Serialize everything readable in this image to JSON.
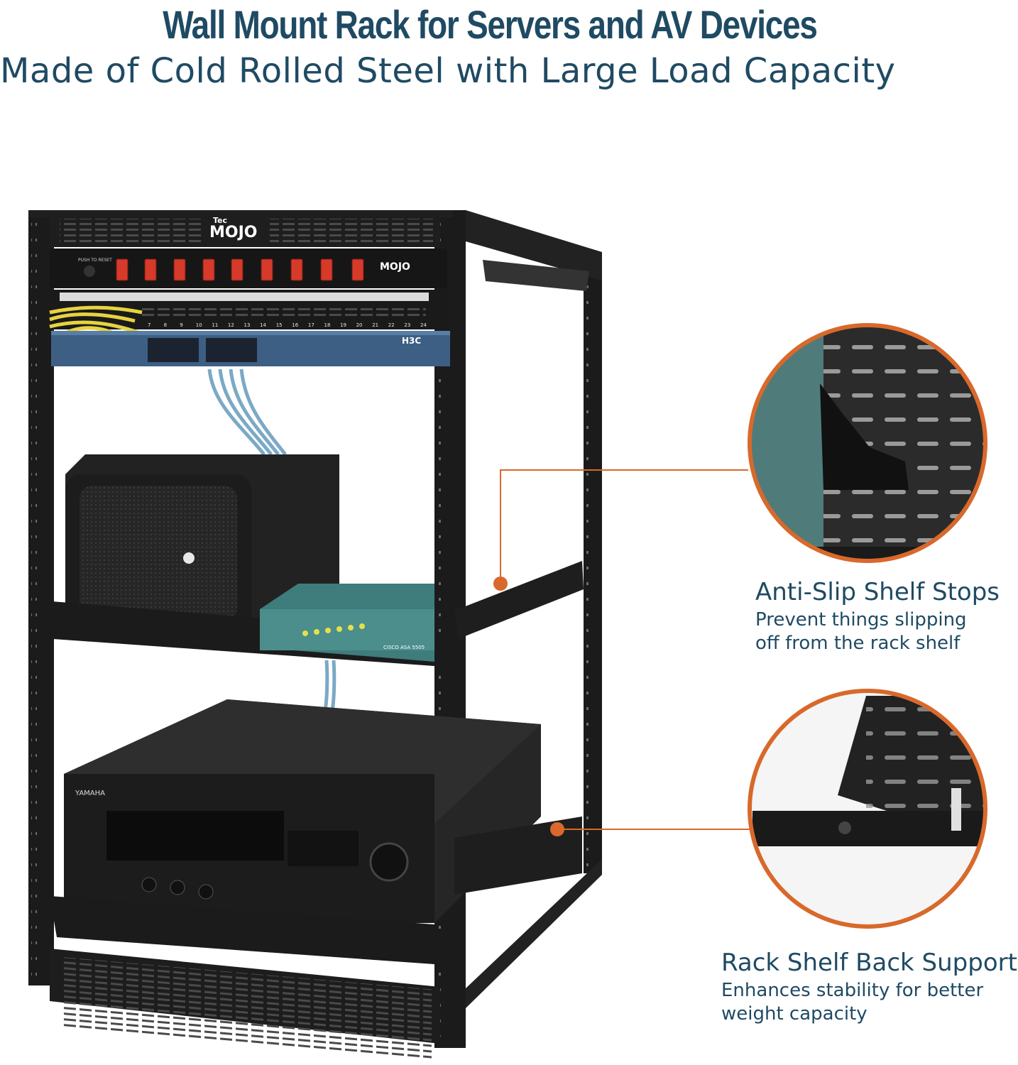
{
  "header": {
    "title": "Wall Mount Rack for Servers and AV Devices",
    "subtitle": "Made of Cold Rolled Steel with Large Load Capacity"
  },
  "callouts": [
    {
      "title": "Anti-Slip Shelf Stops",
      "desc_line1": "Prevent things slipping",
      "desc_line2": "off from the rack shelf"
    },
    {
      "title": "Rack Shelf Back Support",
      "desc_line1": "Enhances stability for better",
      "desc_line2": "weight capacity"
    }
  ],
  "devices": {
    "top_panel_brand_small": "Tec",
    "top_panel_brand": "MOJO",
    "power_strip_brand": "MOJO",
    "power_strip_label": "PUSH TO RESET",
    "switch_brand": "H3C",
    "firewall_label": "CISCO ASA 5505",
    "receiver_brand": "YAMAHA"
  },
  "port_numbers": [
    "7",
    "8",
    "9",
    "10",
    "11",
    "12",
    "13",
    "14",
    "15",
    "16",
    "17",
    "18",
    "19",
    "20",
    "21",
    "22",
    "23",
    "24"
  ],
  "colors": {
    "text": "#1f4a63",
    "accent": "#d8692b",
    "rack": "#1b1b1b"
  }
}
